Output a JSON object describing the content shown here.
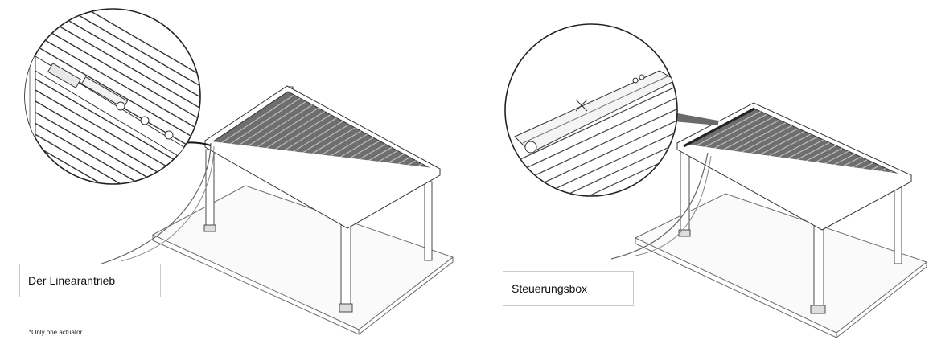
{
  "labels": {
    "actuator": "Der Linearantrieb",
    "control_box": "Steuerungsbox"
  },
  "footnote": "*Only one actuator",
  "colors": {
    "line": "#4a4a4a",
    "slat_dark": "#555555",
    "slat_light": "#8c8c8c",
    "background": "#ffffff"
  }
}
